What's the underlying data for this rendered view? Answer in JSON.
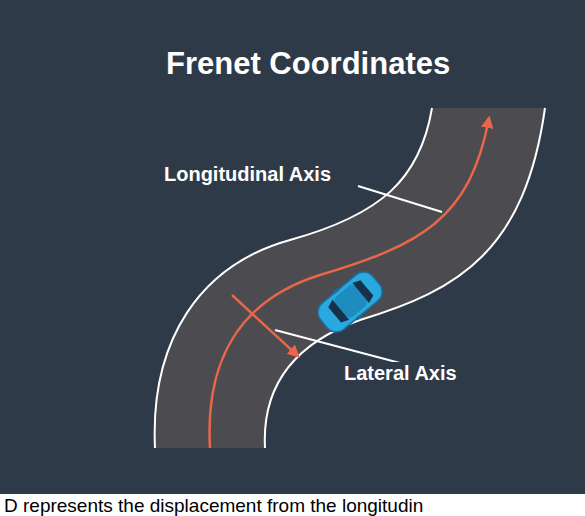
{
  "diagram": {
    "title": "Frenet Coordinates",
    "caption": "D represents the displacement from the longitudin",
    "labels": [
      "Longitudinal Axis",
      "Lateral Axis"
    ]
  }
}
